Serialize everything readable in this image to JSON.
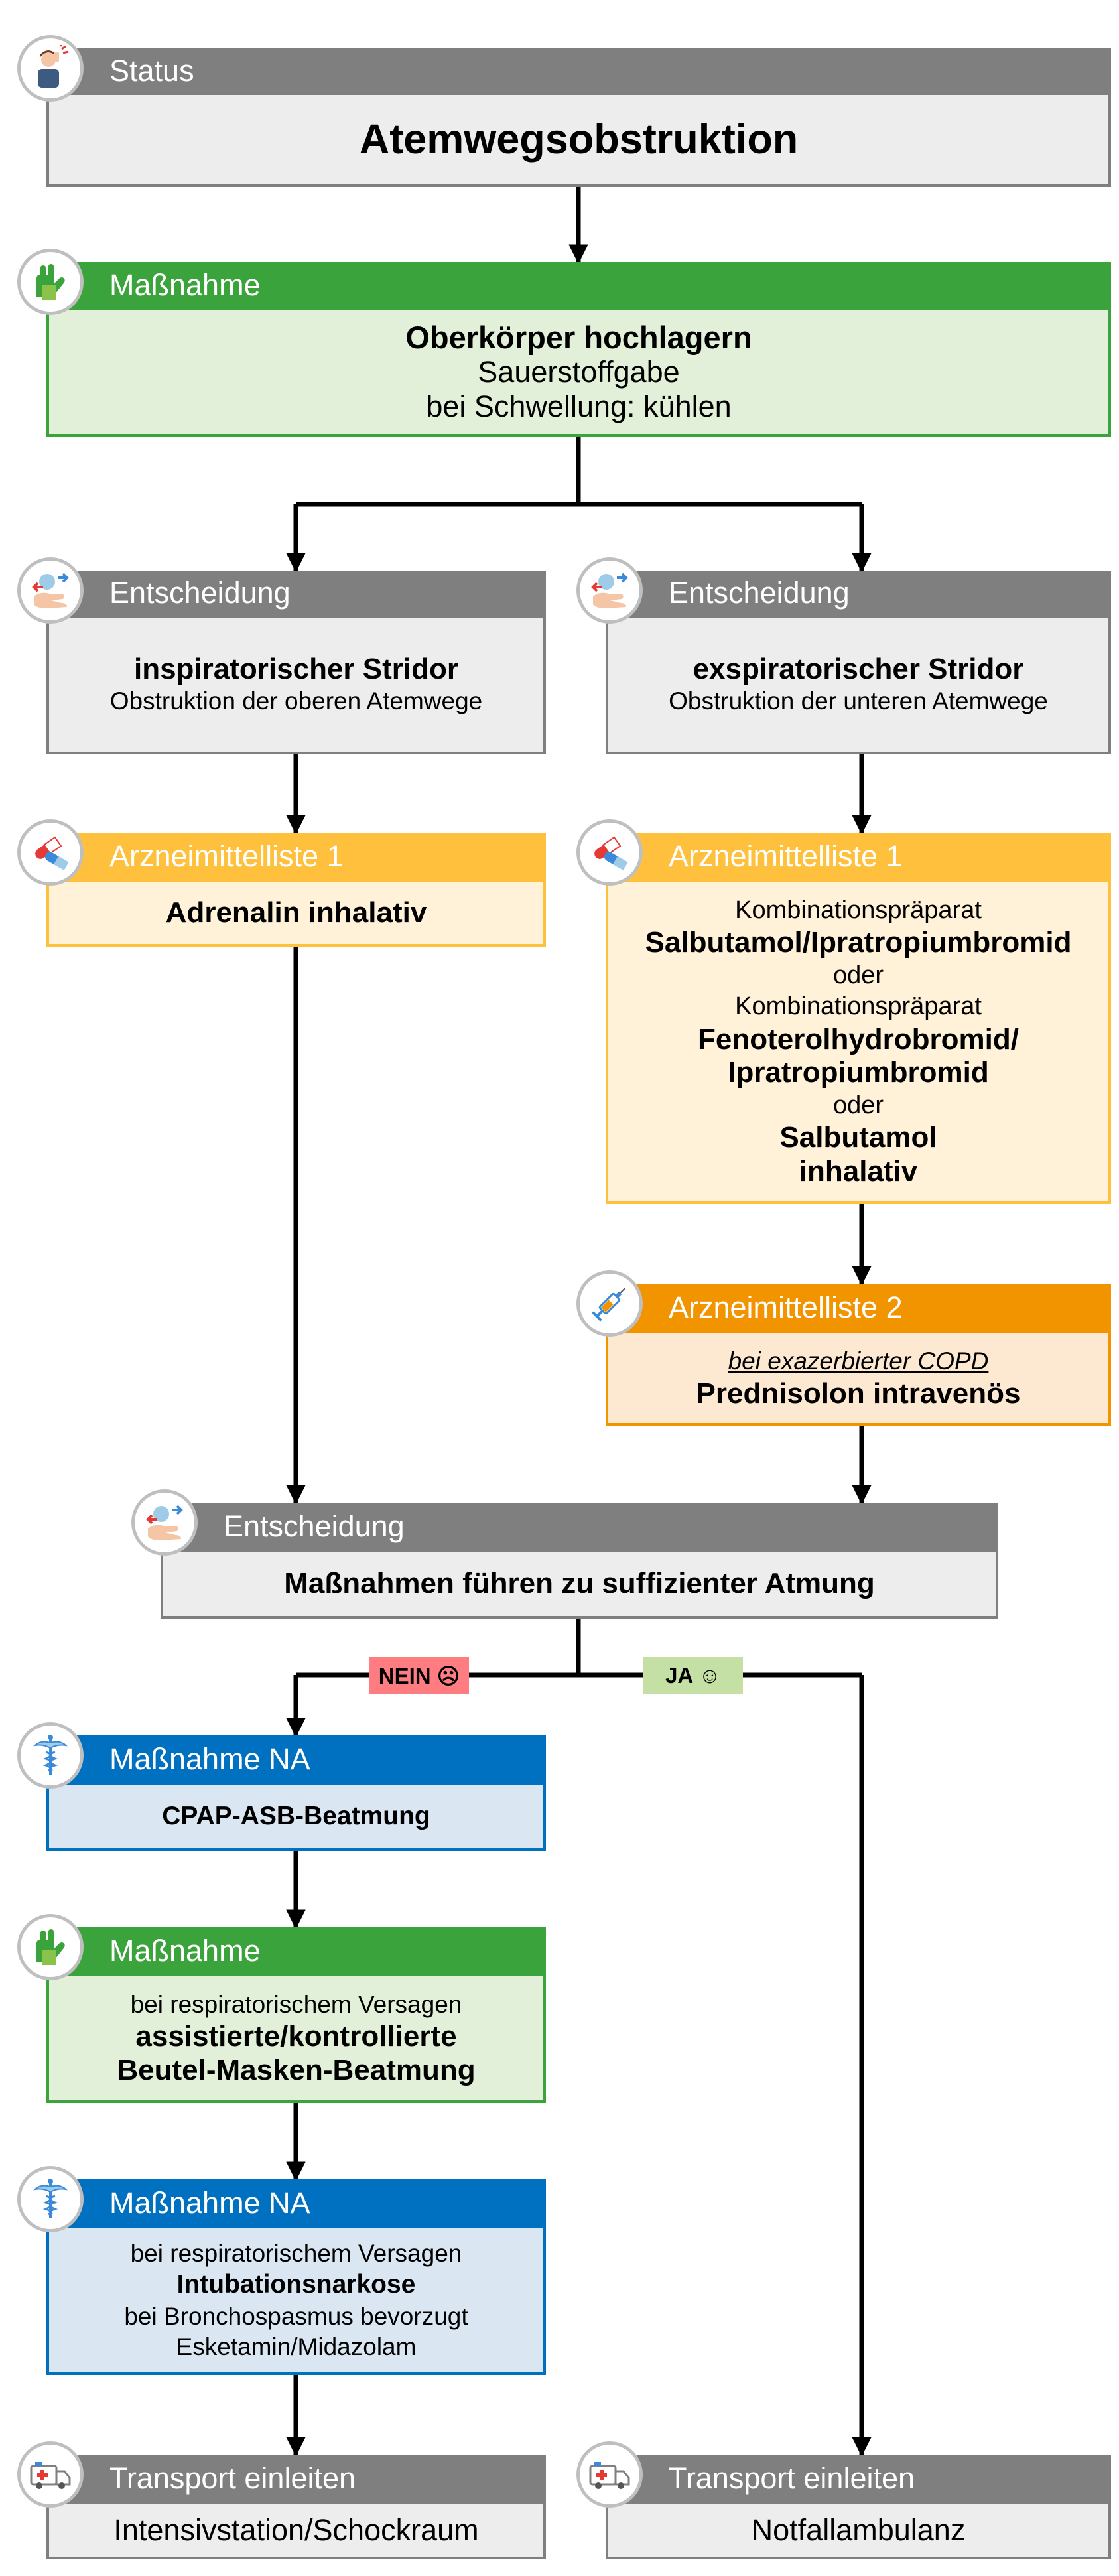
{
  "colors": {
    "status_gray": "#7f7f7f",
    "measure_green": "#3ba33b",
    "drug_list_1_yellow": "#ffc13d",
    "drug_list_2_orange": "#f29400",
    "physician_blue": "#0070c0",
    "no_badge": "#ff7c80",
    "yes_badge": "#c5e0a4"
  },
  "status": {
    "header": "Status",
    "title": "Atemwegsobstruktion",
    "icon": "person-distress-icon"
  },
  "measure_1": {
    "header": "Maßnahme",
    "line1": "Oberkörper hochlagern",
    "line2": "Sauerstoffgabe",
    "line3": "bei Schwellung: kühlen",
    "icon": "gloves-icon"
  },
  "decision_left": {
    "header": "Entscheidung",
    "title": "inspiratorischer Stridor",
    "subtitle": "Obstruktion der oberen Atemwege",
    "icon": "decision-hand-icon"
  },
  "decision_right": {
    "header": "Entscheidung",
    "title": "exspiratorischer Stridor",
    "subtitle": "Obstruktion der unteren Atemwege",
    "icon": "decision-hand-icon"
  },
  "drugs_left": {
    "header": "Arzneimittelliste 1",
    "line1": "Adrenalin inhalativ",
    "icon": "pills-icon"
  },
  "drugs_right": {
    "header": "Arzneimittelliste 1",
    "line1": "Kombinationspräparat",
    "line2": "Salbutamol/Ipratropiumbromid",
    "line3": "oder",
    "line4": "Kombinationspräparat",
    "line5": "Fenoterolhydrobromid/",
    "line6": "Ipratropiumbromid",
    "line7": "oder",
    "line8": "Salbutamol",
    "line9": "inhalativ",
    "icon": "pills-icon"
  },
  "drugs_list2": {
    "header": "Arzneimittelliste 2",
    "line1": "bei exazerbierter COPD",
    "line2": "Prednisolon intravenös",
    "icon": "syringe-icon"
  },
  "decision_mid": {
    "header": "Entscheidung",
    "title": "Maßnahmen führen zu suffizienter Atmung",
    "icon": "decision-hand-icon"
  },
  "badges": {
    "no": "NEIN ☹",
    "yes": "JA ☺"
  },
  "measure_na_1": {
    "header": "Maßnahme NA",
    "line1": "CPAP-ASB-Beatmung",
    "icon": "caduceus-icon"
  },
  "measure_2": {
    "header": "Maßnahme",
    "line1": "bei respiratorischem Versagen",
    "line2": "assistierte/kontrollierte",
    "line3": "Beutel-Masken-Beatmung",
    "icon": "gloves-icon"
  },
  "measure_na_2": {
    "header": "Maßnahme NA",
    "line1": "bei respiratorischem Versagen",
    "line2": "Intubationsnarkose",
    "line3": "bei Bronchospasmus bevorzugt",
    "line4": "Esketamin/Midazolam",
    "icon": "caduceus-icon"
  },
  "transport_left": {
    "header": "Transport einleiten",
    "destination": "Intensivstation/Schockraum",
    "icon": "ambulance-icon"
  },
  "transport_right": {
    "header": "Transport einleiten",
    "destination": "Notfallambulanz",
    "icon": "ambulance-icon"
  }
}
